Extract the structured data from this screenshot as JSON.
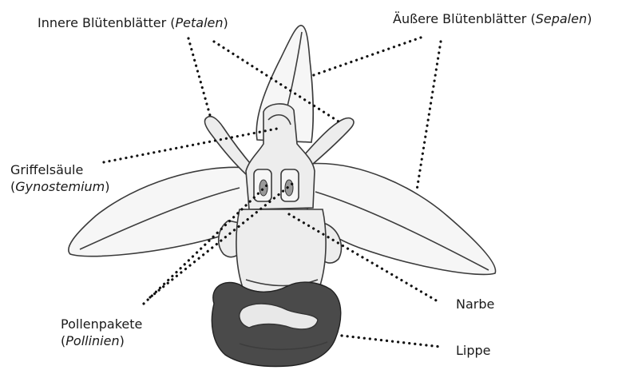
{
  "labels": {
    "petals": {
      "text": "Innere Blütenblätter (",
      "term": "Petalen",
      "close": ")"
    },
    "sepals": {
      "text": "Äußere Blütenblätter (",
      "term": "Sepalen",
      "close": ")"
    },
    "column_line1": "Griffelsäule",
    "column_line2": {
      "open": "(",
      "term": "Gynostemium",
      "close": ")"
    },
    "pollinia_line1": "Pollenpakete",
    "pollinia_line2": {
      "open": "(",
      "term": "Pollinien",
      "close": ")"
    },
    "stigma": "Narbe",
    "lip": "Lippe"
  }
}
